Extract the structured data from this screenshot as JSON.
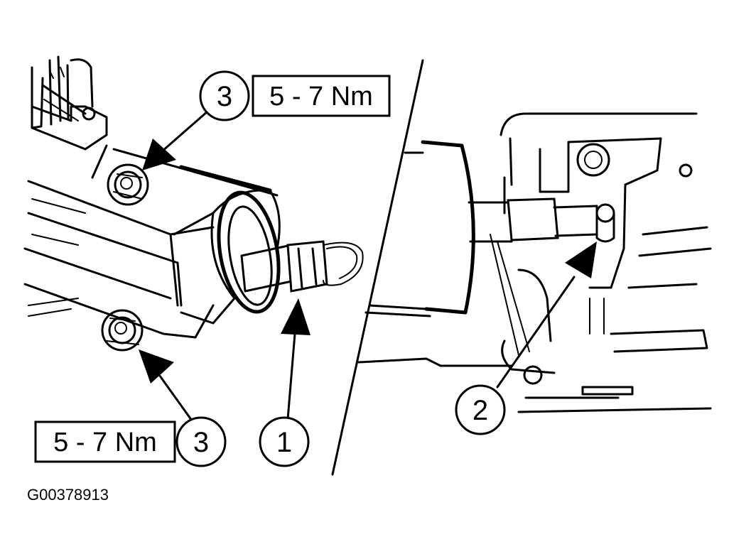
{
  "callouts": {
    "bolt_top": {
      "number": "3",
      "torque": "5 - 7 Nm"
    },
    "bolt_bottom": {
      "number": "3",
      "torque": "5 - 7 Nm"
    },
    "connector": {
      "number": "1"
    },
    "linkage": {
      "number": "2"
    }
  },
  "figure_id": "G00378913"
}
